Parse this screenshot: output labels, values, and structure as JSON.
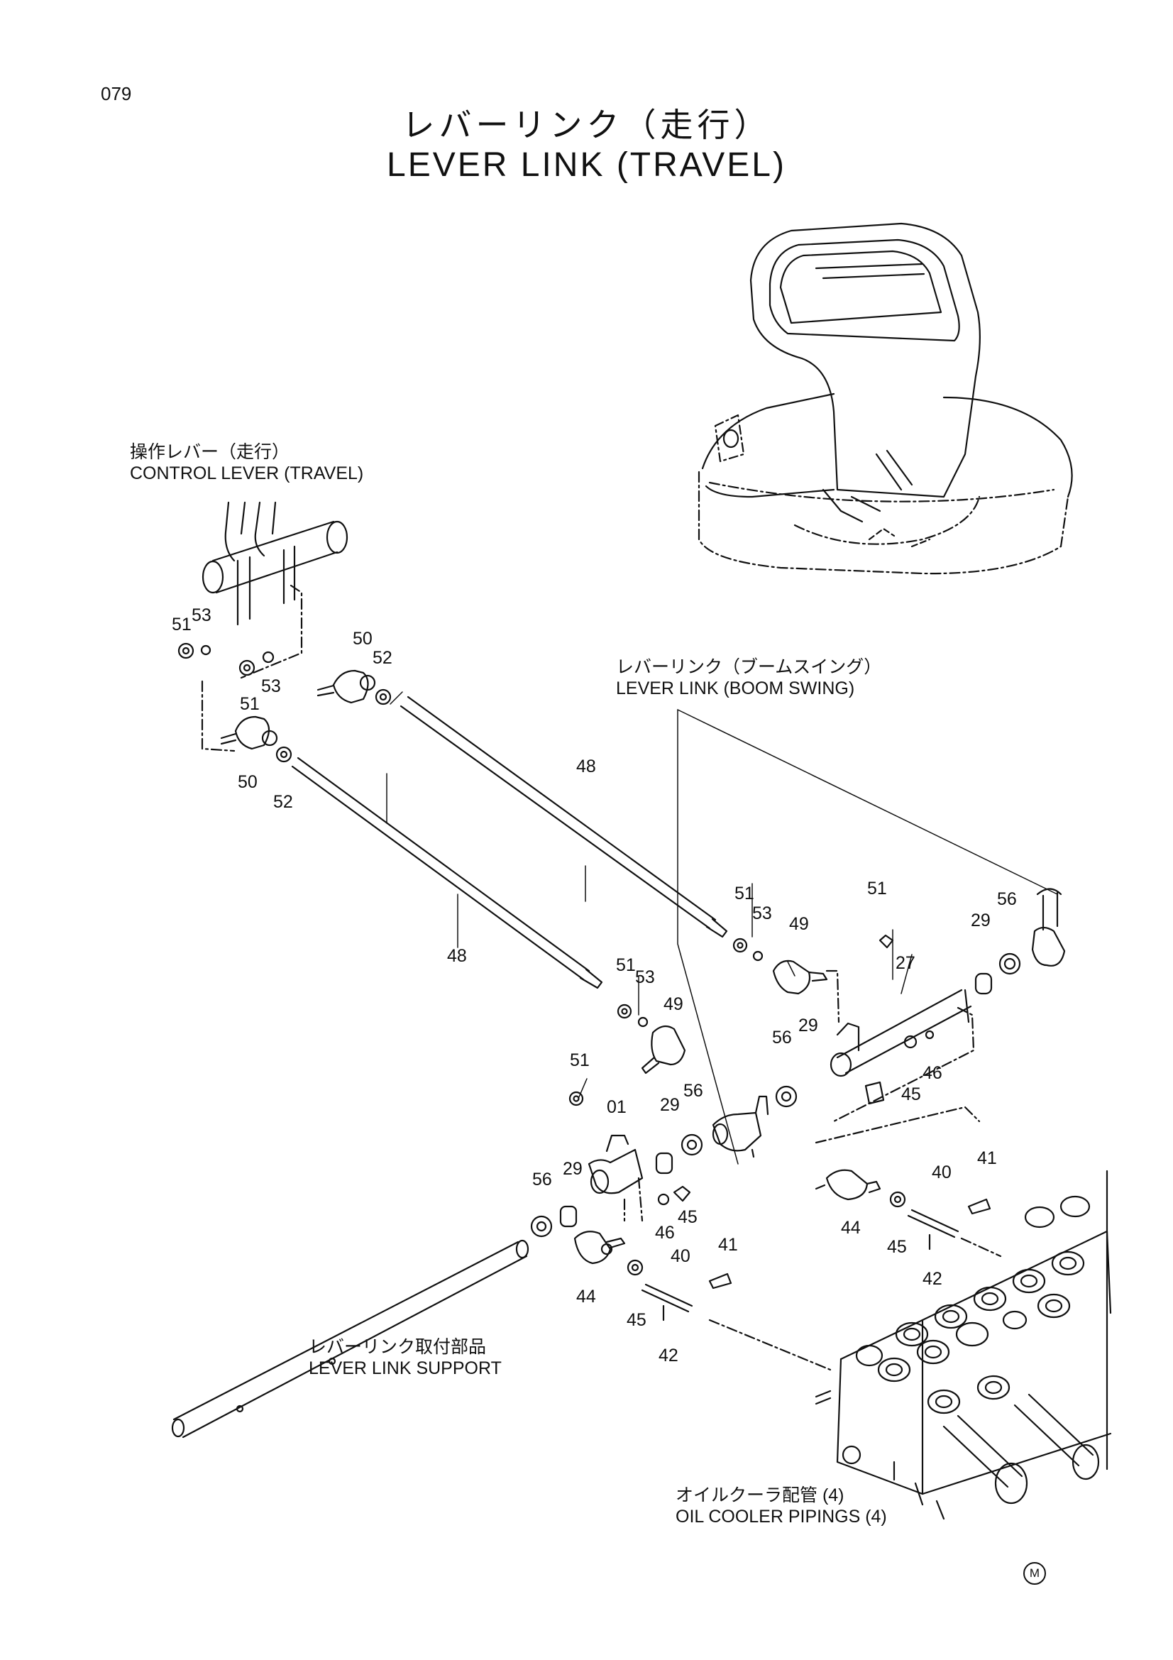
{
  "page_number": "079",
  "title": {
    "jp": "レバーリンク（走行）",
    "en": "LEVER LINK (TRAVEL)"
  },
  "callouts": [
    {
      "id": "control_lever",
      "jp": "操作レバー（走行）",
      "en": "CONTROL LEVER  (TRAVEL)"
    },
    {
      "id": "boom_swing",
      "jp": "レバーリンク（ブームスイング）",
      "en": "LEVER LINK (BOOM SWING)"
    },
    {
      "id": "support",
      "jp": "レバーリンク取付部品",
      "en": "LEVER LINK SUPPORT"
    },
    {
      "id": "oil_cooler",
      "jp": "オイルクーラ配管 (4)",
      "en": "OIL COOLER PIPINGS (4)"
    }
  ],
  "part_numbers": [
    "51",
    "53",
    "53",
    "51",
    "50",
    "52",
    "50",
    "52",
    "48",
    "48",
    "51",
    "53",
    "49",
    "51",
    "56",
    "29",
    "27",
    "51",
    "53",
    "49",
    "56",
    "29",
    "46",
    "45",
    "51",
    "01",
    "29",
    "56",
    "56",
    "29",
    "46",
    "45",
    "44",
    "40",
    "41",
    "45",
    "42",
    "44",
    "40",
    "41",
    "45",
    "42"
  ],
  "mark": "M",
  "colors": {
    "line": "#111111",
    "background": "#ffffff"
  }
}
